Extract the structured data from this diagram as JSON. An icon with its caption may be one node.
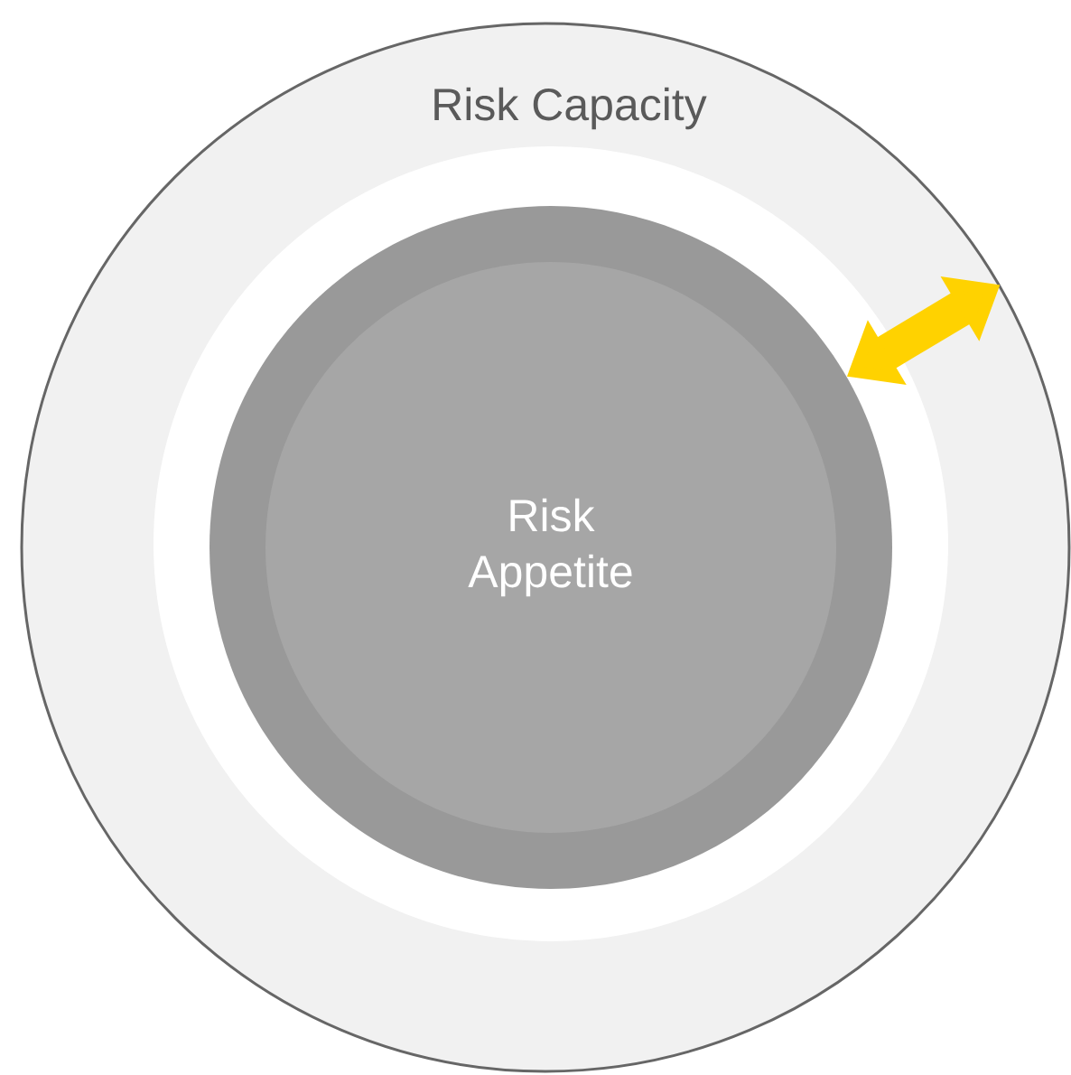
{
  "diagram": {
    "nodes": [
      {
        "text": [
          "Risk Capacity"
        ]
      },
      {
        "text": [],
        "shape": "circle",
        "in": 0
      },
      {
        "text": [],
        "shape": "circle",
        "in": 1
      },
      {
        "text": [
          "Risk Appetite"
        ],
        "in": 2
      }
    ],
    "edges": [
      {
        "from": 2,
        "to": 0,
        "arrow": "both",
        "color": "#ffd200"
      }
    ]
  }
}
